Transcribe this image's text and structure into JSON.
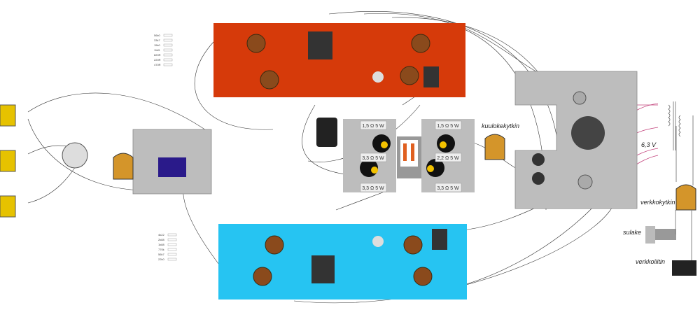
{
  "labels": {
    "headphone_switch": "kuulokekytkin",
    "mains_switch": "verkkokytkin",
    "fuse": "sulake",
    "mains_connector": "verkkoliitin",
    "heater_voltage": "6,3 V"
  },
  "load_resistors": {
    "left": [
      "1,5 Ω 5 W",
      "3,3 Ω 5 W",
      "3,3 Ω 5 W"
    ],
    "right": [
      "1,5 Ω 5 W",
      "2,2 Ω 5 W",
      "3,3 Ω 5 W"
    ]
  },
  "selector_top_values": [
    "56k0",
    "33k7",
    "15k0",
    "11k5",
    "820R",
    "220R",
    "470R"
  ],
  "selector_bottom_values": [
    "4k22",
    "2k88",
    "1k88",
    "770k",
    "56k7",
    "22k0"
  ],
  "colors": {
    "top_board": "#d63a0a",
    "bottom_board": "#26c4f2",
    "chassis": "#bdbdbd",
    "switch_body": "#d4952a",
    "wire_magenta": "#c2407a"
  }
}
